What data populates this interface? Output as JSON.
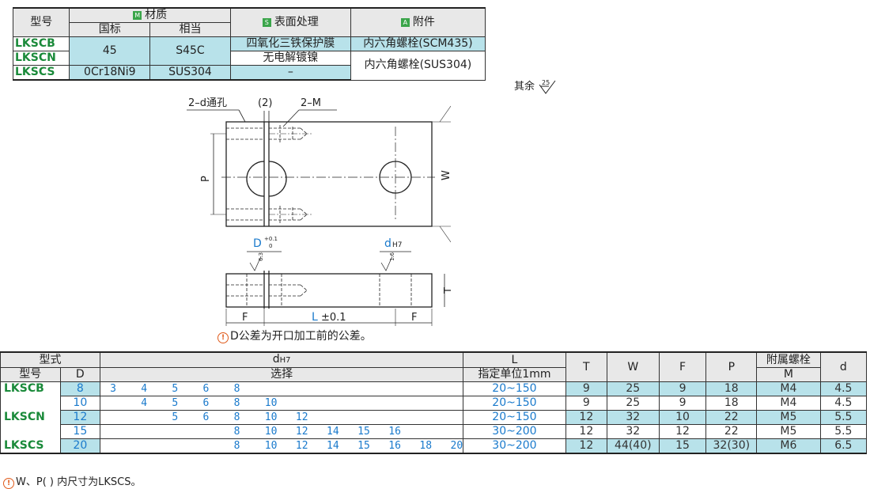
{
  "material_table": {
    "col_model": "型号",
    "col_material": "材质",
    "col_material_tag": "M",
    "col_gb": "国标",
    "col_equiv": "相当",
    "col_surface": "表面处理",
    "col_surface_tag": "S",
    "col_accessory": "附件",
    "col_accessory_tag": "A",
    "rows": [
      {
        "model": "LKSCB",
        "gb": "45",
        "equiv": "S45C",
        "surface": "四氧化三铁保护膜",
        "accessory": "内六角螺栓(SCM435)"
      },
      {
        "model": "LKSCN",
        "surface": "无电解镀镍",
        "accessory": "内六角螺栓(SUS304)"
      },
      {
        "model": "LKSCS",
        "gb": "0Cr18Ni9",
        "equiv": "SUS304",
        "surface": "–"
      }
    ]
  },
  "roughness": {
    "label": "其余",
    "value": "25"
  },
  "drawing": {
    "label_2d": "2–d通孔",
    "label_2": "(2)",
    "label_2m": "2–M",
    "label_P": "P",
    "label_W": "W",
    "label_D": "D",
    "label_D_tol": "+0.1",
    "label_D_tol0": "0",
    "label_dH7": "d",
    "label_H7": "H7",
    "label_T": "T",
    "label_F": "F",
    "label_L": "L",
    "label_L_tol": "±0.1",
    "rough1": "6.3",
    "rough2": "1.6"
  },
  "note1": "D公差为开口加工前的公差。",
  "spec_table": {
    "h_type": "型式",
    "h_model": "型号",
    "h_D": "D",
    "h_d": "d",
    "h_dsub": "H7",
    "h_select": "选择",
    "h_L": "L",
    "h_L_unit": "指定单位1mm",
    "h_T": "T",
    "h_W": "W",
    "h_F": "F",
    "h_P": "P",
    "h_M1": "附属螺栓",
    "h_M2": "M",
    "h_dd": "d",
    "models": [
      "LKSCB",
      "LKSCN",
      "LKSCS"
    ],
    "rows": [
      {
        "D": "8",
        "sel": "3    4    5    6    8",
        "L": "20~150",
        "T": "9",
        "W": "25",
        "F": "9",
        "P": "18",
        "M": "M4",
        "d": "4.5"
      },
      {
        "D": "10",
        "sel": "     4    5    6    8    10",
        "L": "20~150",
        "T": "9",
        "W": "25",
        "F": "9",
        "P": "18",
        "M": "M4",
        "d": "4.5"
      },
      {
        "D": "12",
        "sel": "          5    6    8    10   12",
        "L": "20~150",
        "T": "12",
        "W": "32",
        "F": "10",
        "P": "22",
        "M": "M5",
        "d": "5.5"
      },
      {
        "D": "15",
        "sel": "                    8    10   12   14   15   16",
        "L": "30~200",
        "T": "12",
        "W": "32",
        "F": "12",
        "P": "22",
        "M": "M5",
        "d": "5.5"
      },
      {
        "D": "20",
        "sel": "                    8    10   12   14   15   16   18   20",
        "L": "30~200",
        "T": "12",
        "W": "44(40)",
        "F": "15",
        "P": "32(30)",
        "M": "M6",
        "d": "6.5"
      }
    ]
  },
  "note2": "W、P( ) 内尺寸为LKSCS。"
}
